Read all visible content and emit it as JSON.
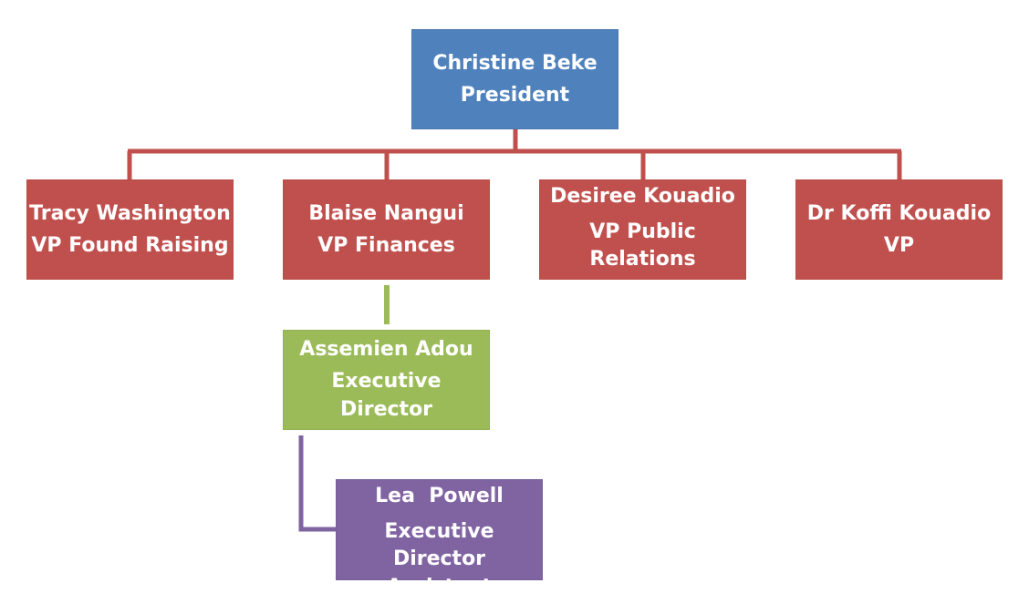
{
  "org_chart": {
    "president": {
      "name": "Christine Beke",
      "role": "President",
      "color": "#4f81bd"
    },
    "vice_presidents": [
      {
        "name": "Tracy Washington",
        "role": "VP Found Raising",
        "color": "#c0504d"
      },
      {
        "name": "Blaise Nangui",
        "role": "VP Finances",
        "color": "#c0504d"
      },
      {
        "name": "Desiree Kouadio",
        "role": "VP Public Relations",
        "role_lines": [
          "VP Public",
          "Relations"
        ],
        "color": "#c0504d"
      },
      {
        "name": "Dr Koffi Kouadio",
        "role": "VP",
        "color": "#c0504d"
      }
    ],
    "executive_director": {
      "name": "Assemien Adou",
      "role": "Executive Director",
      "reports_to": "Blaise Nangui",
      "color": "#9bbb59"
    },
    "assistant": {
      "name": "Lea  Powell",
      "role": "Executive Director Assistant",
      "role_lines": [
        "Executive Director",
        "Assistant"
      ],
      "reports_to": "Assemien Adou",
      "color": "#8064a2"
    }
  },
  "connector_colors": {
    "president_to_vps": "#c0504d",
    "vp_to_executive": "#9bbb59",
    "executive_to_assistant": "#8064a2"
  }
}
